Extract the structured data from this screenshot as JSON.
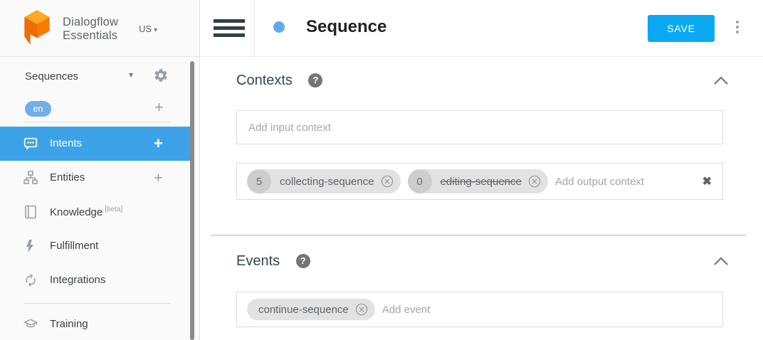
{
  "app": {
    "logo_line1": "Dialogflow",
    "logo_line2": "Essentials",
    "region": "US"
  },
  "icons": {
    "caret_down": "▾",
    "plus": "+",
    "help": "?",
    "clear": "✖"
  },
  "sidebar": {
    "agent_name": "Sequences",
    "language_badge": "en",
    "items": [
      {
        "label": "Intents"
      },
      {
        "label": "Entities"
      },
      {
        "label": "Knowledge",
        "beta_tag": "[beta]"
      },
      {
        "label": "Fulfillment"
      },
      {
        "label": "Integrations"
      },
      {
        "label": "Training"
      }
    ]
  },
  "header": {
    "title": "Sequence",
    "save_label": "SAVE"
  },
  "contexts": {
    "heading": "Contexts",
    "input_placeholder": "Add input context",
    "output_placeholder": "Add output context",
    "output_chips": [
      {
        "lifespan": "5",
        "name": "collecting-sequence",
        "strikethrough": false
      },
      {
        "lifespan": "0",
        "name": "editing-sequence",
        "strikethrough": true
      }
    ]
  },
  "events": {
    "heading": "Events",
    "chips": [
      {
        "name": "continue-sequence"
      }
    ],
    "placeholder": "Add event"
  },
  "colors": {
    "brand_orange": "#F57C00",
    "active_item_blue": "#3DA3E8",
    "save_button_blue": "#0CA9F3",
    "language_badge_blue": "#71AEEA",
    "intent_dot_blue": "#5EA9EF",
    "chip_background": "#E2E2E2",
    "chip_lifespan_circle": "#CDCDCD",
    "sidebar_background": "#FAFAFA"
  }
}
